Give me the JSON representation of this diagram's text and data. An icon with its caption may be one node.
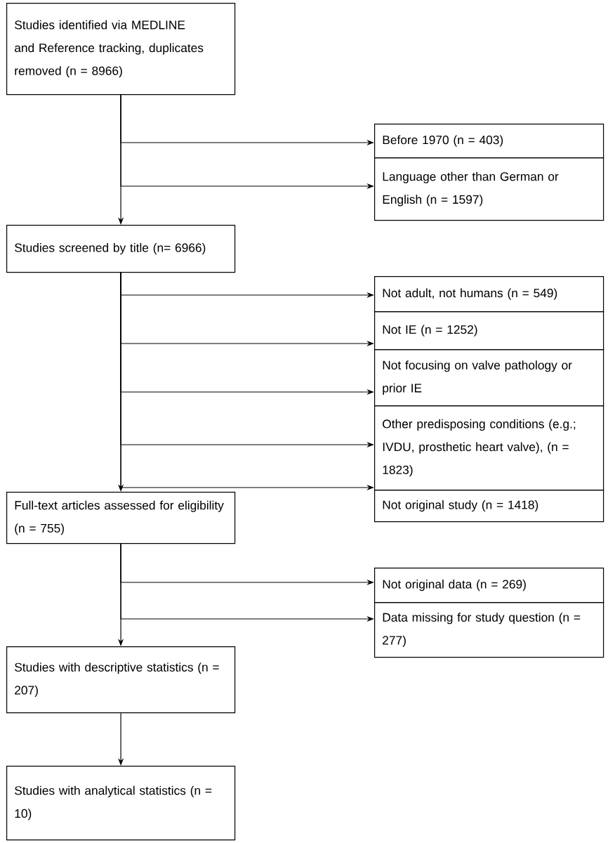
{
  "diagram": {
    "nodes": [
      {
        "text": [
          "Studies identified via MEDLINE and Reference tracking, duplicates removed (n = 8966)"
        ]
      },
      {
        "text": [
          "Before 1970 (n = 403)"
        ]
      },
      {
        "text": [
          "Language other than German or English (n = 1597)"
        ]
      },
      {
        "text": [
          "Studies screened by title (n= 6966)"
        ]
      },
      {
        "text": [
          "Not adult, not humans (n = 549)"
        ]
      },
      {
        "text": [
          "Not IE (n = 1252)"
        ]
      },
      {
        "text": [
          "Not focusing on valve pathology or prior IE"
        ]
      },
      {
        "text": [
          "Other predisposing conditions (e.g.; IVDU, prosthetic heart valve), (n = 1823)"
        ]
      },
      {
        "text": [
          "Not original study (n = 1418)"
        ]
      },
      {
        "text": [
          "Full-text articles assessed for eligibility (n = 755)"
        ]
      },
      {
        "text": [
          "Not original data (n = 269)"
        ]
      },
      {
        "text": [
          "Data missing for study question (n = 277)"
        ]
      },
      {
        "text": [
          "Studies with descriptive statistics (n = 207)"
        ]
      },
      {
        "text": [
          "Studies with analytical statistics (n = 10)"
        ]
      }
    ],
    "edges": [
      {
        "from": 0,
        "to": 1,
        "arrow": "to"
      },
      {
        "from": 0,
        "to": 2,
        "arrow": "to"
      },
      {
        "from": 0,
        "to": 3,
        "arrow": "to"
      },
      {
        "from": 3,
        "to": 4,
        "arrow": "to"
      },
      {
        "from": 3,
        "to": 5,
        "arrow": "to"
      },
      {
        "from": 3,
        "to": 6,
        "arrow": "to"
      },
      {
        "from": 3,
        "to": 7,
        "arrow": "to"
      },
      {
        "from": 3,
        "to": 8,
        "arrow": "to"
      },
      {
        "from": 3,
        "to": 9,
        "arrow": "to"
      },
      {
        "from": 9,
        "to": 10,
        "arrow": "to"
      },
      {
        "from": 9,
        "to": 11,
        "arrow": "to"
      },
      {
        "from": 9,
        "to": 12,
        "arrow": "to"
      },
      {
        "from": 12,
        "to": 13,
        "arrow": "to"
      }
    ]
  }
}
